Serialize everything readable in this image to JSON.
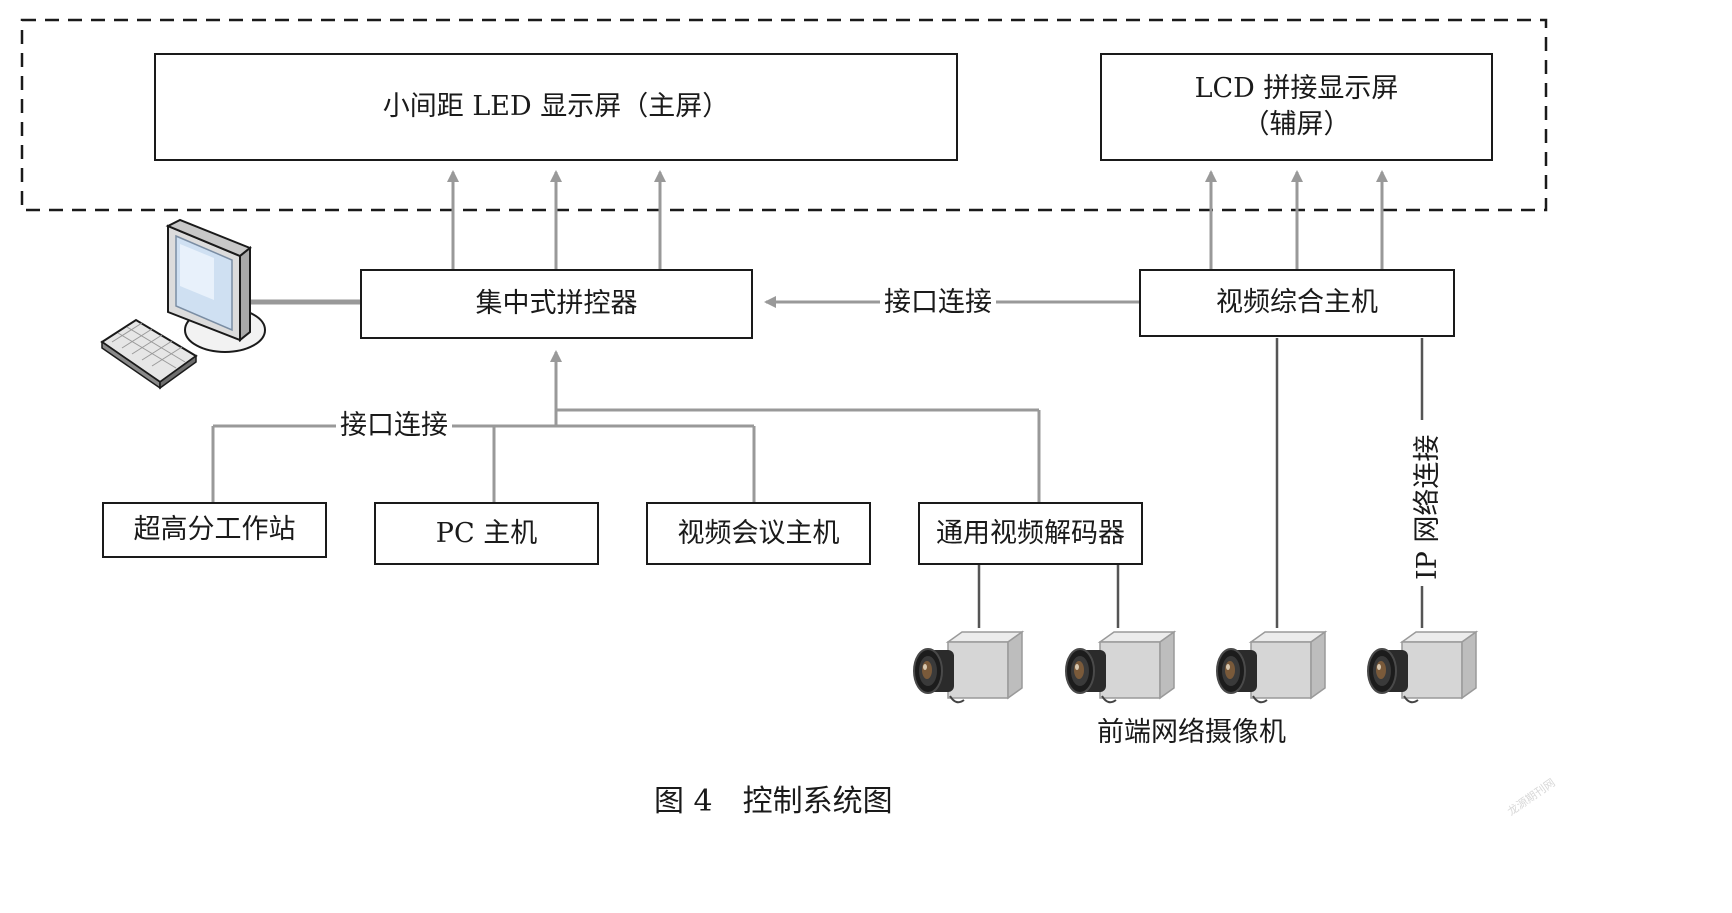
{
  "display_group": {
    "main_screen": "小间距 LED 显示屏（主屏）",
    "aux_screen_line1": "LCD 拼接显示屏",
    "aux_screen_line2": "（辅屏）"
  },
  "controller": "集中式拼控器",
  "video_host": "视频综合主机",
  "links": {
    "interface_upper": "接口连接",
    "interface_lower": "接口连接",
    "ip_network": "IP 网络连接"
  },
  "sources": [
    "超高分工作站",
    "PC 主机",
    "视频会议主机",
    "通用视频解码器"
  ],
  "camera_group_label": "前端网络摄像机",
  "caption": "图 4　控制系统图",
  "watermark": "龙源期刊网",
  "icons": [
    "computer-workstation-icon",
    "network-camera-icon"
  ],
  "colors": {
    "box_border": "#1a1a1a",
    "connector": "#999999",
    "dashed_border": "#1a1a1a"
  }
}
